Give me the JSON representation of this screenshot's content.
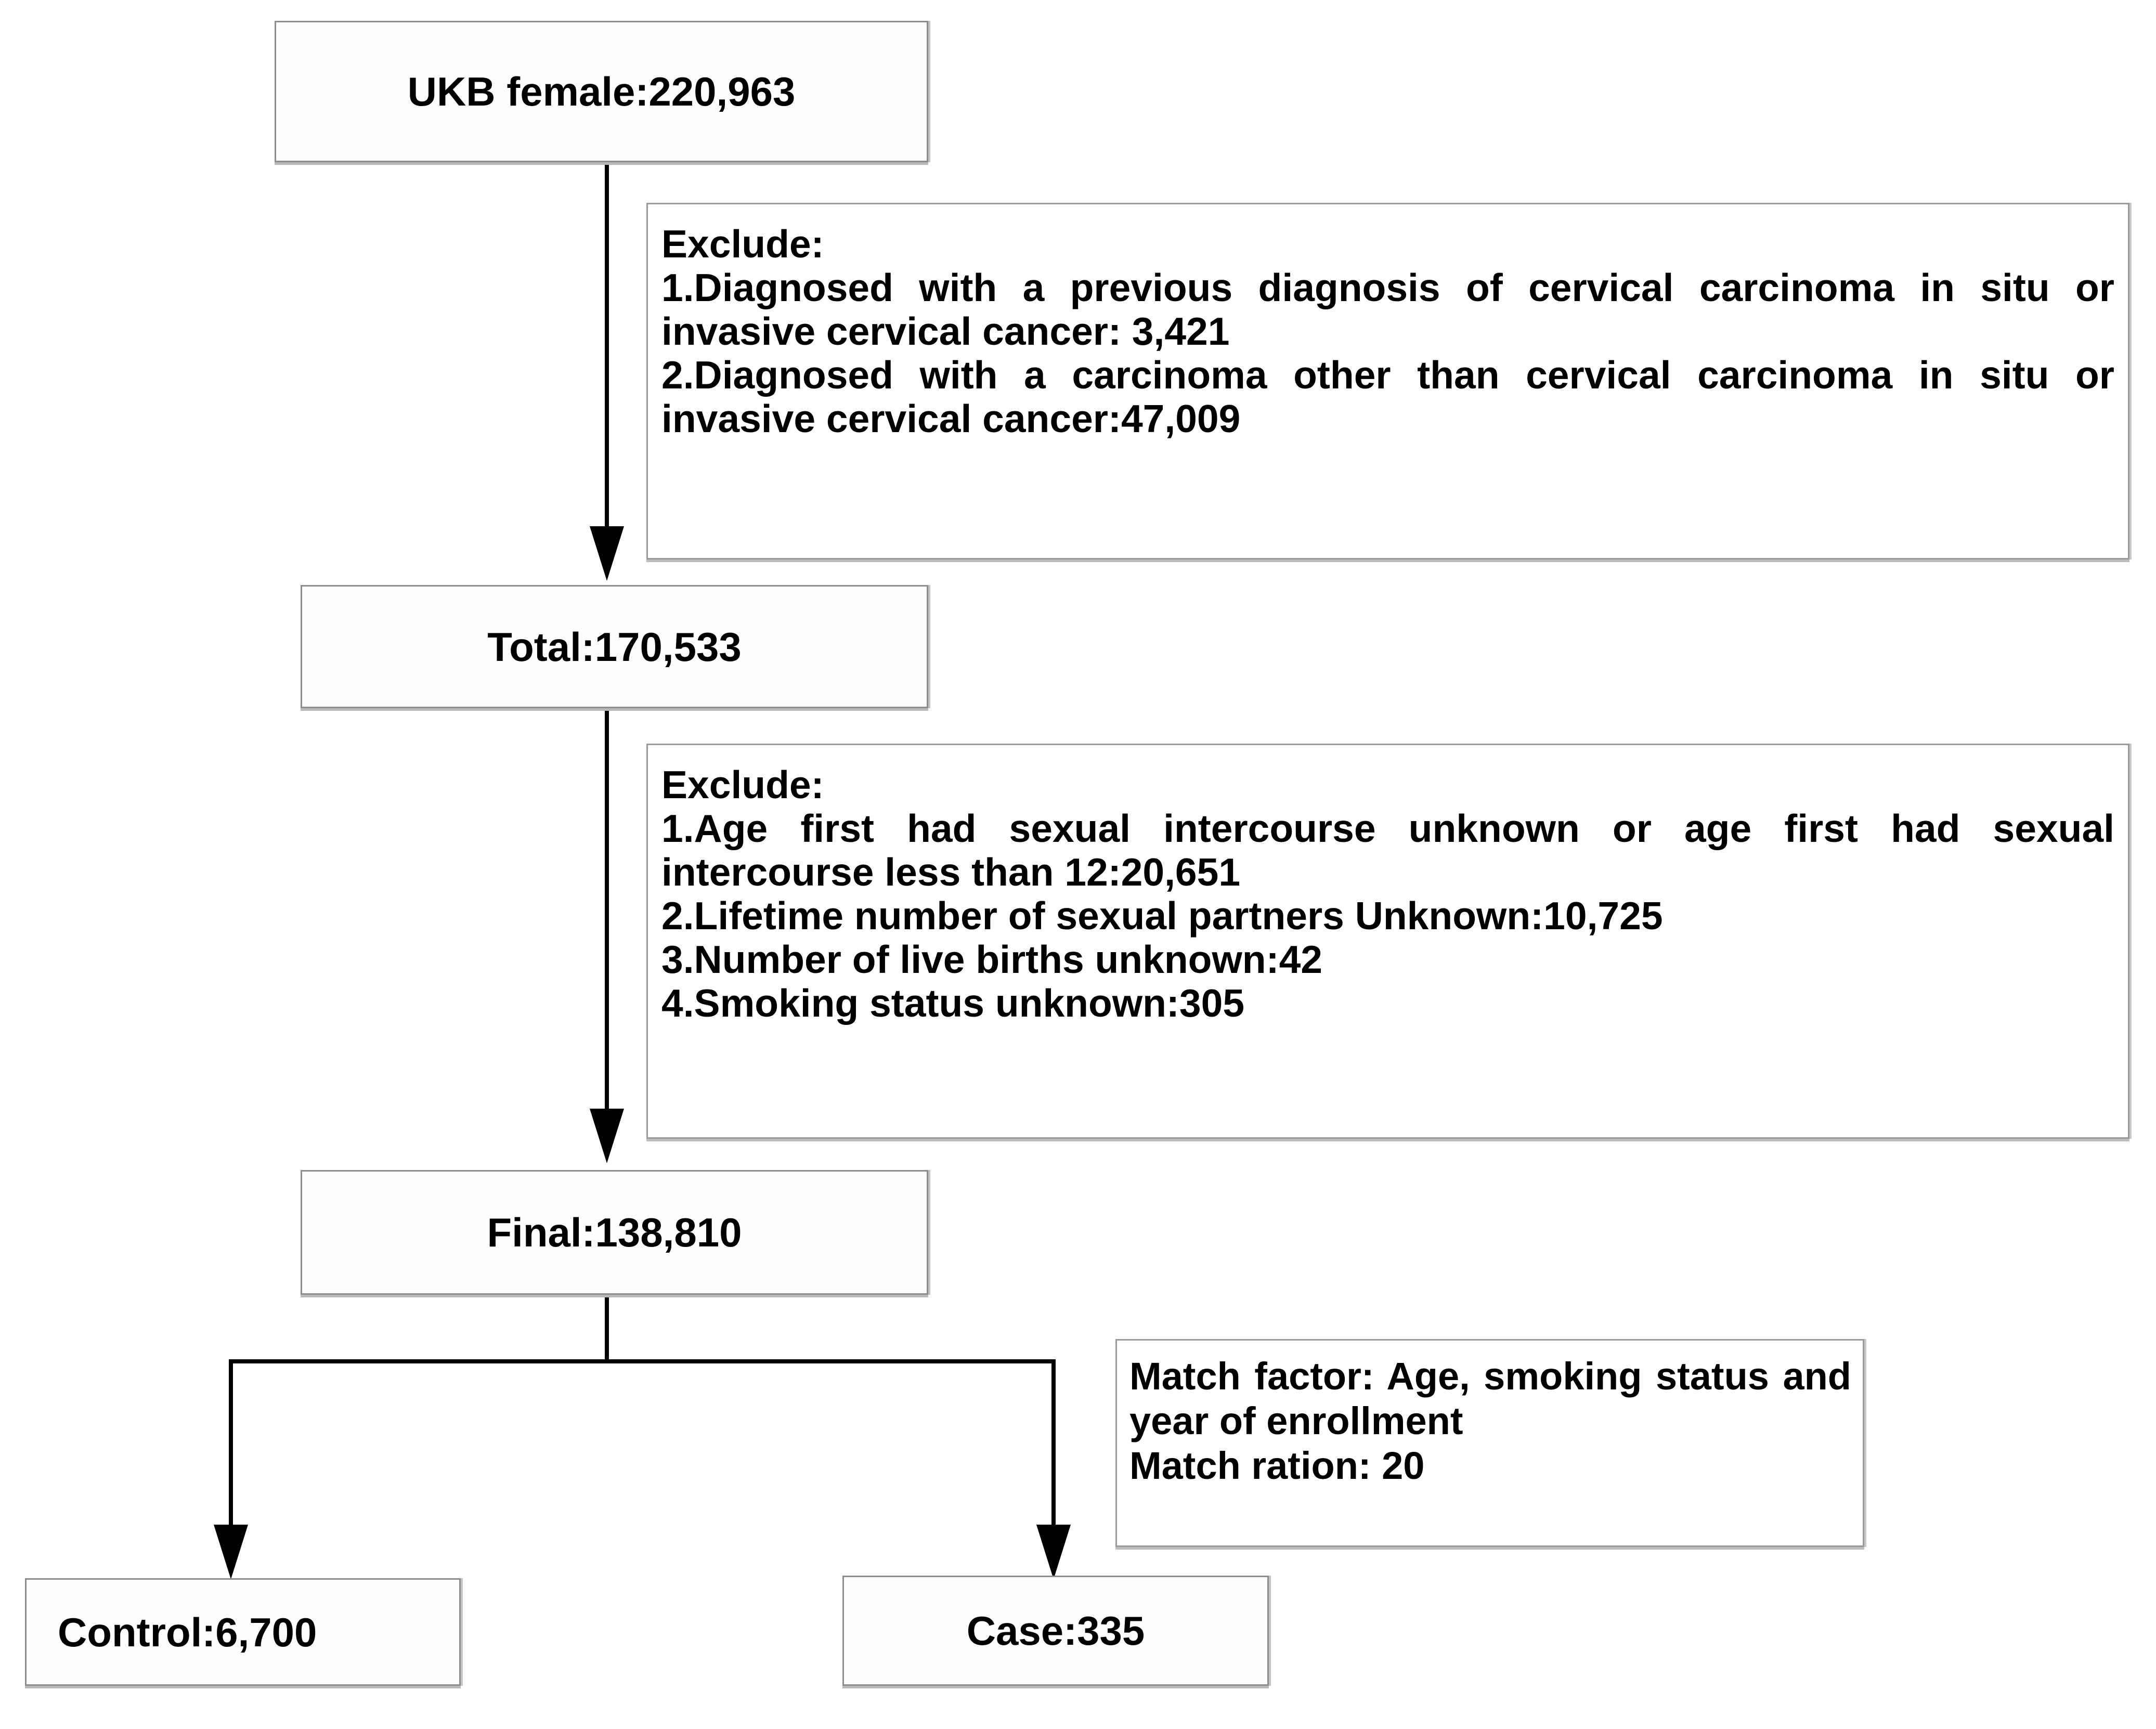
{
  "diagram": {
    "title": "UK Biobank cervical cancer nested case-control study flow diagram",
    "nodes": {
      "ukb_female": "UKB female:220,963",
      "total": "Total:170,533",
      "final": "Final:138,810",
      "control": "Control:6,700",
      "case": "Case:335"
    },
    "exclude_1": {
      "heading": "Exclude:",
      "items": [
        "1.Diagnosed with a previous diagnosis of cervical carcinoma in situ or invasive cervical cancer: 3,421",
        "2.Diagnosed with a carcinoma other than cervical carcinoma in situ or invasive cervical cancer:47,009"
      ]
    },
    "exclude_2": {
      "heading": "Exclude:",
      "items": [
        "1.Age first had sexual intercourse unknown or age first had sexual intercourse less than 12:20,651",
        "2.Lifetime number of sexual partners Unknown:10,725",
        "3.Number of live births unknown:42",
        "4.Smoking status unknown:305"
      ]
    },
    "match_note": {
      "factor": "Match factor: Age, smoking status and year of enrollment",
      "ratio": "Match ration: 20"
    },
    "counts": {
      "ukb_female": 220963,
      "excluded_prior_cervical": 3421,
      "excluded_other_carcinoma": 47009,
      "total_after_step1": 170533,
      "excluded_age_first_intercourse": 20651,
      "excluded_partners_unknown": 10725,
      "excluded_live_births_unknown": 42,
      "excluded_smoking_unknown": 305,
      "final_cohort": 138810,
      "controls": 6700,
      "cases": 335,
      "match_ratio": 20
    },
    "colors": {
      "box_border": "#8d8d8d",
      "box_fill": "#fefefe",
      "connector": "#000000",
      "text": "#000000",
      "background": "#ffffff"
    }
  }
}
